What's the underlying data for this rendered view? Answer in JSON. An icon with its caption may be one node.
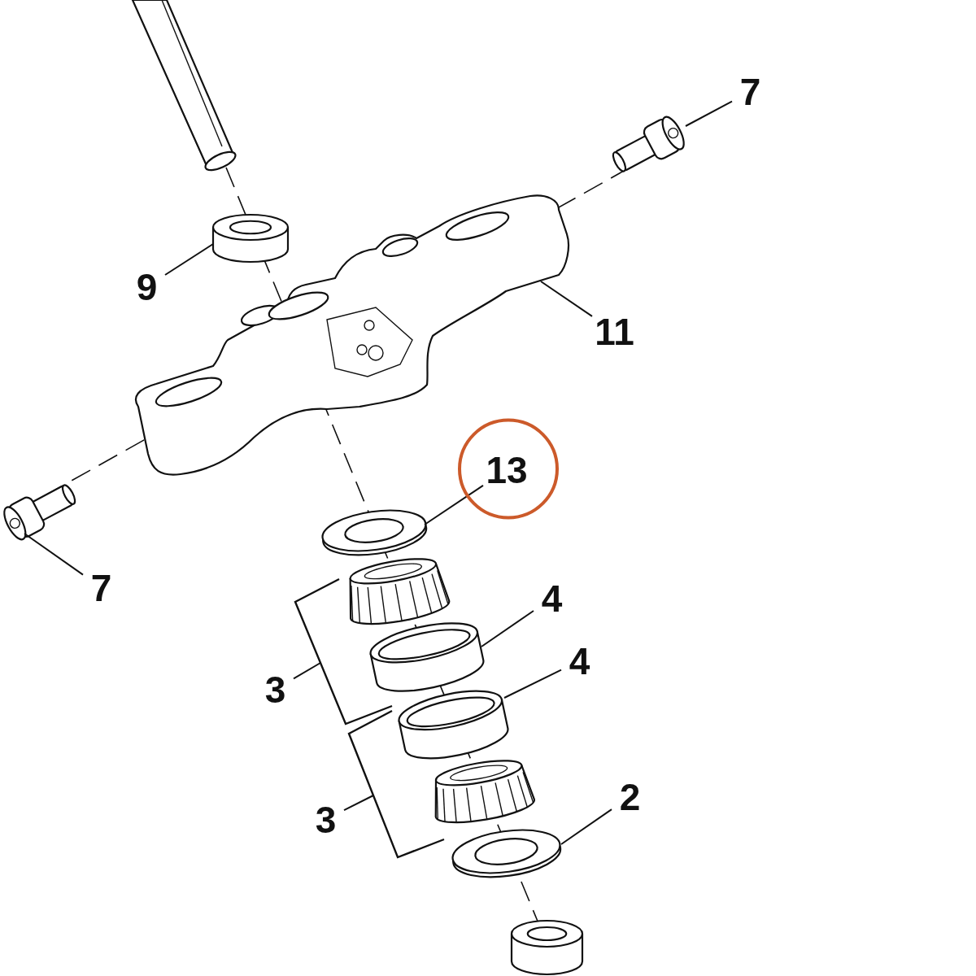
{
  "diagram": {
    "nodes": [
      {
        "text": [],
        "shape": "picture"
      },
      {
        "text": [
          "7"
        ]
      },
      {
        "text": [],
        "shape": "picture"
      },
      {
        "text": [],
        "shape": "cylinder"
      },
      {
        "text": [
          "9"
        ]
      },
      {
        "text": [],
        "shape": "picture"
      },
      {
        "text": [
          "11"
        ]
      },
      {
        "text": [
          "13"
        ]
      },
      {
        "text": [],
        "shape": "picture"
      },
      {
        "text": [],
        "shape": "picture"
      },
      {
        "text": [
          "7"
        ]
      },
      {
        "text": [],
        "shape": "picture"
      },
      {
        "text": [
          "4"
        ]
      },
      {
        "text": [],
        "shape": "picture"
      },
      {
        "text": [],
        "shape": "bracket"
      },
      {
        "text": [
          "3"
        ]
      },
      {
        "text": [
          "4"
        ]
      },
      {
        "text": [],
        "shape": "picture"
      },
      {
        "text": [],
        "shape": "bracket"
      },
      {
        "text": [],
        "shape": "picture"
      },
      {
        "text": [
          "3"
        ]
      },
      {
        "text": [
          "2"
        ]
      },
      {
        "text": [],
        "shape": "picture"
      },
      {
        "text": [],
        "shape": "cylinder"
      }
    ],
    "edges": [
      {
        "from": 1,
        "to": 2,
        "arrow": "none"
      },
      {
        "from": 4,
        "to": 3,
        "arrow": "none"
      },
      {
        "from": 6,
        "to": 5,
        "arrow": "none"
      },
      {
        "from": 7,
        "to": 8,
        "arrow": "none"
      },
      {
        "from": 10,
        "to": 9,
        "arrow": "none"
      },
      {
        "from": 12,
        "to": 13,
        "arrow": "none"
      },
      {
        "from": 16,
        "to": 17,
        "arrow": "none"
      },
      {
        "from": 15,
        "to": 14,
        "arrow": "none"
      },
      {
        "from": 20,
        "to": 18,
        "arrow": "none"
      },
      {
        "from": 21,
        "to": 22,
        "arrow": "none"
      }
    ]
  }
}
